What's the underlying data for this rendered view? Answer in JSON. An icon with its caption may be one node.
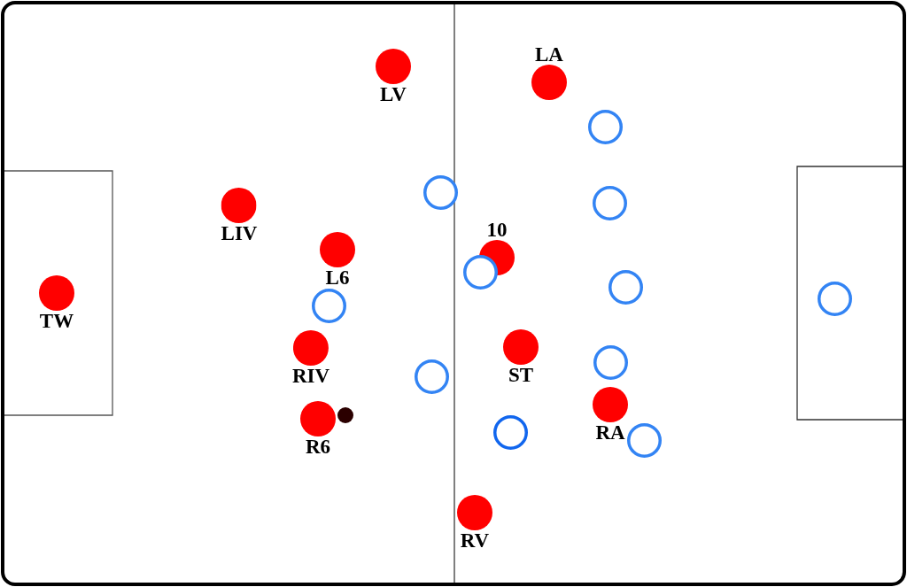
{
  "diagram": {
    "nodes": [
      {
        "text": [
          "LV"
        ]
      },
      {
        "text": [
          "LA"
        ]
      },
      {
        "text": [],
        "shape": "circle"
      },
      {
        "text": [],
        "shape": "circle"
      },
      {
        "text": [],
        "shape": "circle"
      },
      {
        "text": [
          "LIV"
        ]
      },
      {
        "text": [
          "L6"
        ]
      },
      {
        "text": [
          "10"
        ]
      },
      {
        "text": [],
        "shape": "circle"
      },
      {
        "text": [],
        "shape": "circle"
      },
      {
        "text": [
          "TW"
        ]
      },
      {
        "text": [],
        "shape": "circle"
      },
      {
        "text": [],
        "shape": "circle"
      },
      {
        "text": [
          "ST"
        ]
      },
      {
        "text": [
          "RIV"
        ]
      },
      {
        "text": [],
        "shape": "circle"
      },
      {
        "text": [],
        "shape": "circle"
      },
      {
        "text": [
          "RA"
        ]
      },
      {
        "text": [],
        "shape": "circle"
      },
      {
        "text": [
          "R6"
        ]
      },
      {
        "text": [],
        "shape": "circle"
      },
      {
        "text": [],
        "shape": "circle"
      },
      {
        "text": [
          "RV"
        ]
      }
    ]
  }
}
